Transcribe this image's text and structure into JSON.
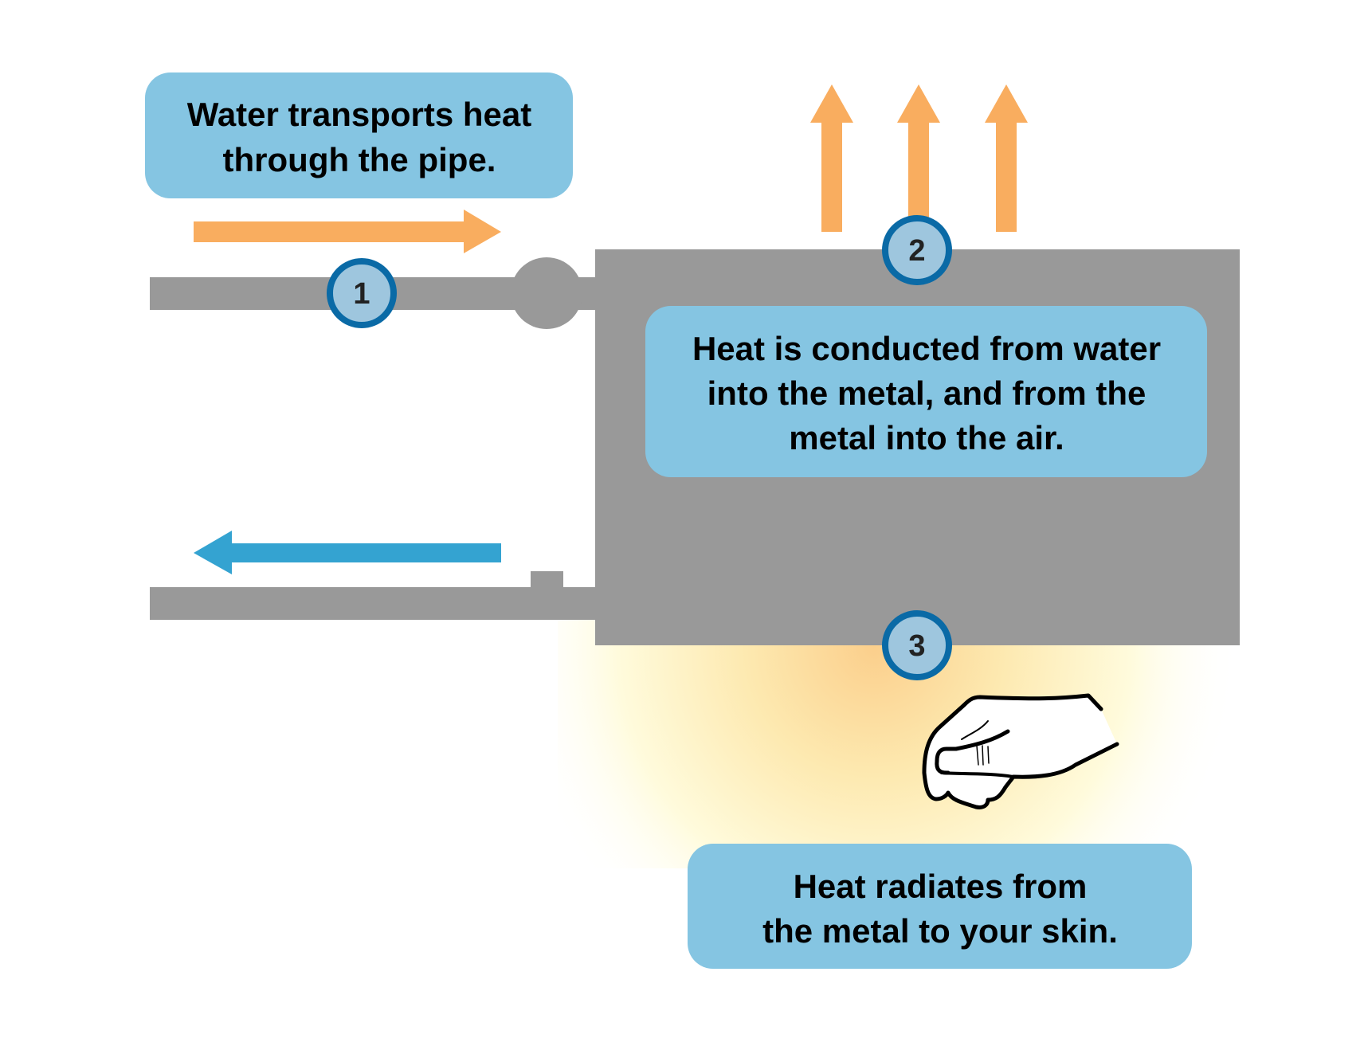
{
  "colors": {
    "callout": "#85c5e2",
    "metal": "#999999",
    "hot_arrow": "#f9ad5f",
    "cold_arrow": "#34a3d1",
    "badge_fill": "#9ec6de",
    "badge_ring": "#0a6aa6"
  },
  "callouts": {
    "transport": [
      "Water transports heat",
      "through the pipe."
    ],
    "conduct": [
      "Heat is conducted from water",
      "into the metal, and from the",
      "metal into the air."
    ],
    "radiate": [
      "Heat radiates from",
      "the metal to your skin."
    ]
  },
  "badges": [
    "1",
    "2",
    "3"
  ],
  "icons": [
    "hand-icon"
  ]
}
